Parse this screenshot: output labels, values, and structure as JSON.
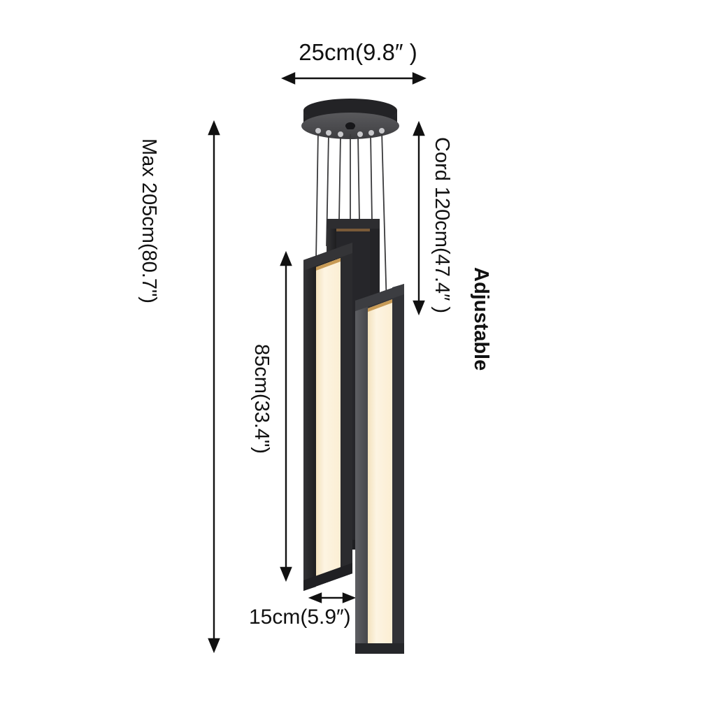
{
  "product": {
    "type": "multi-light rectangular LED pendant chandelier",
    "fixture_count": 3,
    "canopy_shape": "round",
    "cord_count": 7
  },
  "colors": {
    "background": "#ffffff",
    "frame_black": "#2a2a2c",
    "frame_black_edge": "#1a1a1c",
    "frame_gray": "#55565a",
    "frame_gray_edge": "#434449",
    "led_panel": "#fdf3de",
    "led_panel_warm": "#f6e7c6",
    "canopy_top": "#232326",
    "canopy_face": "#4d4d50",
    "cord": "#3a3a3c",
    "dimension_line": "#111111",
    "text": "#111111"
  },
  "dimensions": {
    "width_top": {
      "label": "25cm(9.8″ )",
      "value_cm": 25,
      "value_in": 9.8,
      "orientation": "horizontal",
      "measures": "canopy diameter"
    },
    "depth_bottom": {
      "label": "15cm(5.9″)",
      "value_cm": 15,
      "value_in": 5.9,
      "orientation": "horizontal",
      "measures": "light bar width"
    },
    "max_height": {
      "label": "Max 205cm(80.7\")",
      "value_cm": 205,
      "value_in": 80.7,
      "orientation": "vertical",
      "measures": "maximum overall hanging height"
    },
    "drop_height": {
      "label": "85cm(33.4\")",
      "value_cm": 85,
      "value_in": 33.4,
      "orientation": "vertical",
      "measures": "light bar length"
    },
    "cord_length": {
      "label": "Cord 120cm(47.4″ )",
      "value_cm": 120,
      "value_in": 47.4,
      "orientation": "vertical",
      "measures": "suspension cord length"
    },
    "adjustable_note": {
      "label": "Adjustable"
    }
  }
}
